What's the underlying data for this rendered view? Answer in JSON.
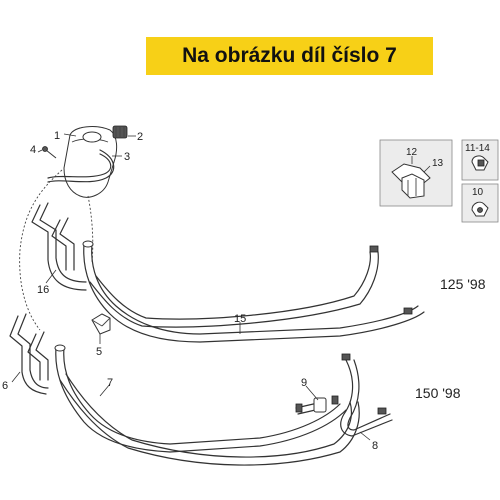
{
  "banner": {
    "text": "Na obrázku díl číslo 7"
  },
  "variants": [
    "125 '98",
    "150 '98"
  ],
  "callouts": [
    "1",
    "2",
    "3",
    "4",
    "5",
    "6",
    "7",
    "8",
    "9",
    "15",
    "16"
  ],
  "insets": [
    "12",
    "13",
    "11-14",
    "10"
  ],
  "colors": {
    "banner": "#f7d017",
    "line": "#333333"
  }
}
